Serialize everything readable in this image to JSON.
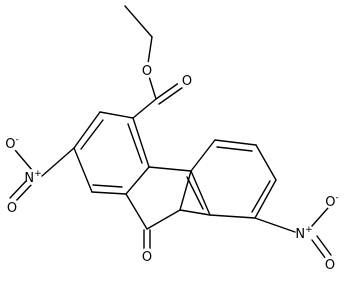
{
  "molecule": {
    "atoms": {
      "ester_o": {
        "symbol": "O"
      },
      "carbonyl_o": {
        "symbol": "O"
      },
      "ketone_o": {
        "symbol": "O"
      },
      "nitro_left_n": {
        "symbol": "N",
        "charge": "+"
      },
      "nitro_left_o_top": {
        "symbol": "O",
        "charge": "-"
      },
      "nitro_left_o_bottom": {
        "symbol": "O"
      },
      "nitro_right_n": {
        "symbol": "N",
        "charge": "+"
      },
      "nitro_right_o_top": {
        "symbol": "O",
        "charge": "-"
      },
      "nitro_right_o_bottom": {
        "symbol": "O"
      }
    }
  }
}
